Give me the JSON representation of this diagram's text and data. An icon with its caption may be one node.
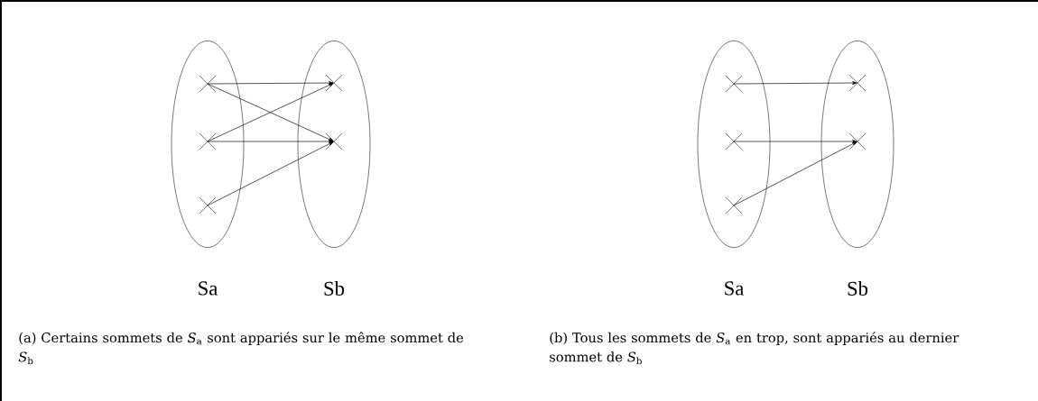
{
  "diagram": {
    "nodes": [
      {
        "text": [
          "Sa"
        ]
      },
      {
        "text": [],
        "shape": "cross",
        "in": 0
      },
      {
        "text": [],
        "shape": "cross",
        "in": 0
      },
      {
        "text": [],
        "shape": "cross",
        "in": 0
      },
      {
        "text": [
          "Sb"
        ]
      },
      {
        "text": [],
        "shape": "cross",
        "in": 4
      },
      {
        "text": [],
        "shape": "cross",
        "in": 4
      },
      {
        "text": [
          "Sa"
        ]
      },
      {
        "text": [],
        "shape": "cross",
        "in": 7
      },
      {
        "text": [],
        "shape": "cross",
        "in": 7
      },
      {
        "text": [],
        "shape": "cross",
        "in": 7
      },
      {
        "text": [
          "Sb"
        ]
      },
      {
        "text": [],
        "shape": "cross",
        "in": 11
      },
      {
        "text": [],
        "shape": "cross",
        "in": 11
      }
    ],
    "edges": [
      {
        "from": 1,
        "to": 5,
        "arrow": "to"
      },
      {
        "from": 1,
        "to": 6,
        "arrow": "to"
      },
      {
        "from": 2,
        "to": 5,
        "arrow": "to"
      },
      {
        "from": 2,
        "to": 6,
        "arrow": "to"
      },
      {
        "from": 3,
        "to": 6,
        "arrow": "to"
      },
      {
        "from": 8,
        "to": 12,
        "arrow": "to"
      },
      {
        "from": 9,
        "to": 13,
        "arrow": "to"
      },
      {
        "from": 10,
        "to": 13,
        "arrow": "to"
      }
    ],
    "labels": [
      "(a) Certains sommets de *S*$_{a}$ sont appariés sur le même sommet de *S*$_{b}$",
      "(b) Tous les sommets de *S*$_{a}$ en trop, sont appariés au dernier sommet de *S*$_{b}$"
    ]
  }
}
